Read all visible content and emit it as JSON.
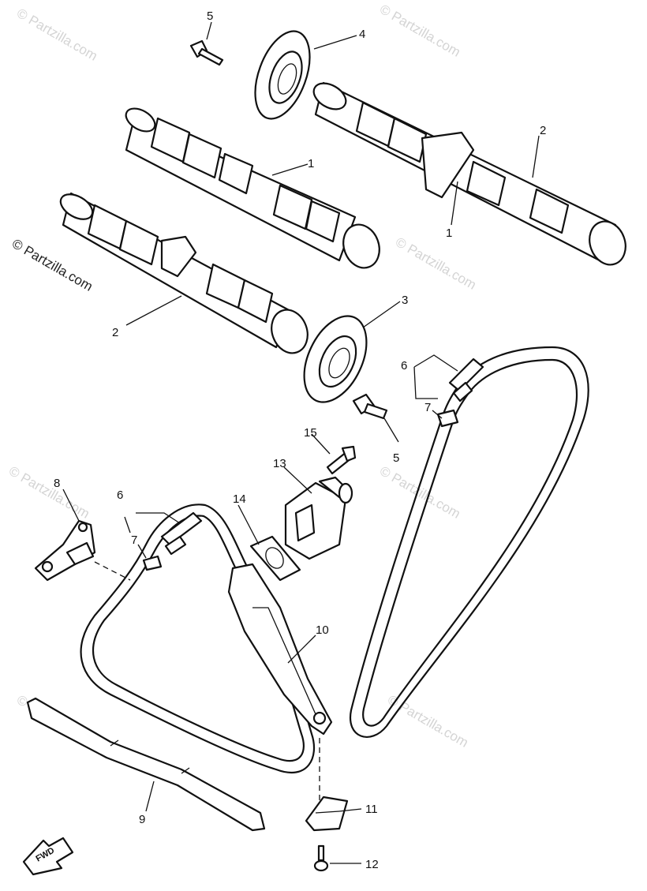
{
  "watermark": "© Partzilla.com",
  "fwd_label": "FWD",
  "callouts": {
    "c1a": "1",
    "c1b": "1",
    "c2a": "2",
    "c2b": "2",
    "c3": "3",
    "c4": "4",
    "c5a": "5",
    "c5b": "5",
    "c6a": "6",
    "c6b": "6",
    "c7a": "7",
    "c7b": "7",
    "c8": "8",
    "c9": "9",
    "c10": "10",
    "c11": "11",
    "c12": "12",
    "c13": "13",
    "c14": "14",
    "c15": "15"
  }
}
